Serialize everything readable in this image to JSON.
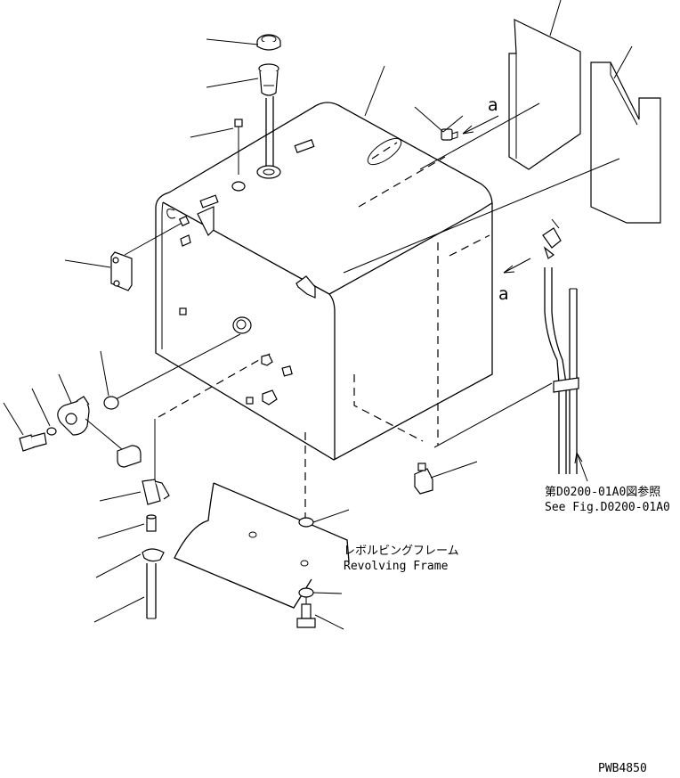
{
  "drawing": {
    "code": "PWB4850",
    "view_marker": "a"
  },
  "labels": {
    "frame_jp": "レボルビングフレーム",
    "frame_en": "Revolving Frame",
    "ref_jp": "第D0200-01A0図参照",
    "ref_en": "See Fig.D0200-01A0"
  },
  "colors": {
    "line": "#000000",
    "background": "#ffffff"
  }
}
